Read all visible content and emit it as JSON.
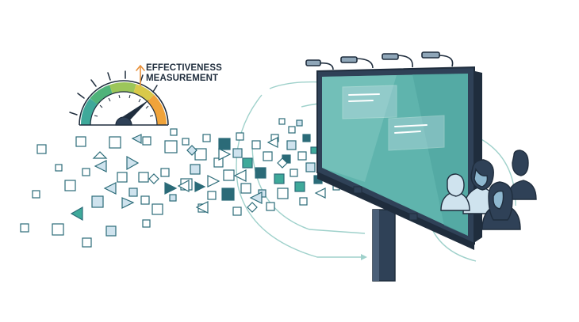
{
  "label": {
    "line1": "EFFECTIVENESS",
    "line2": "MEASUREMENT"
  },
  "colors": {
    "ink": "#1f2d3d",
    "teal": "#3fa99a",
    "teal_dark": "#2b7f7a",
    "screen": "#5fb4ad",
    "light_blue": "#cfe3ee",
    "gauge_green": "#4fb37a",
    "gauge_yellow": "#d9c94a",
    "gauge_orange": "#f0a33a",
    "arrow_orange": "#e8903a",
    "curve": "#9fd1cb"
  },
  "icons": {
    "gauge": "speedometer-gauge-icon",
    "billboard": "digital-billboard",
    "audience": "audience-people-icon",
    "arrow": "up-arrow-icon"
  }
}
